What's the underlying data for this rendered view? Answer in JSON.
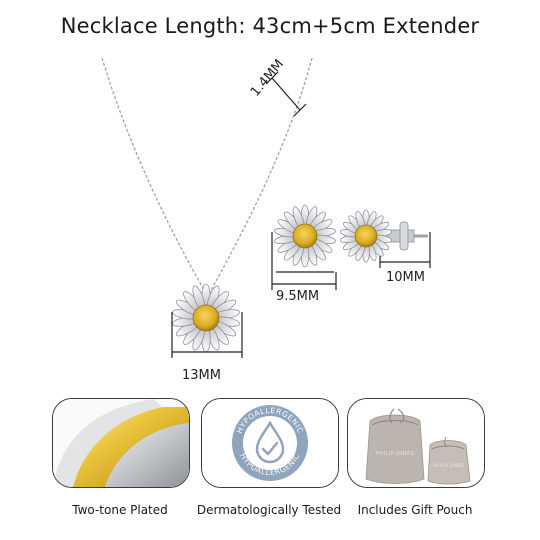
{
  "title": "Necklace Length: 43cm+5cm Extender",
  "dimensions": {
    "chain": "1.4MM",
    "pendant": "13MM",
    "stud_small": "9.5MM",
    "stud_large": "10MM"
  },
  "features": [
    {
      "caption": "Two-tone Plated",
      "icon": "two-tone-plating-icon"
    },
    {
      "caption": "Dermatologically Tested",
      "icon": "hypoallergenic-badge-icon",
      "badge_text": "HYPOALLERGENIC"
    },
    {
      "caption": "Includes Gift Pouch",
      "icon": "gift-pouch-icon",
      "pouch_text": "PHILIP JONES"
    }
  ],
  "colors": {
    "gold": "#d9b02a",
    "silver": "#c9cbce",
    "badge_blue": "#8fa4bd",
    "pouch": "#b9b2aa"
  }
}
